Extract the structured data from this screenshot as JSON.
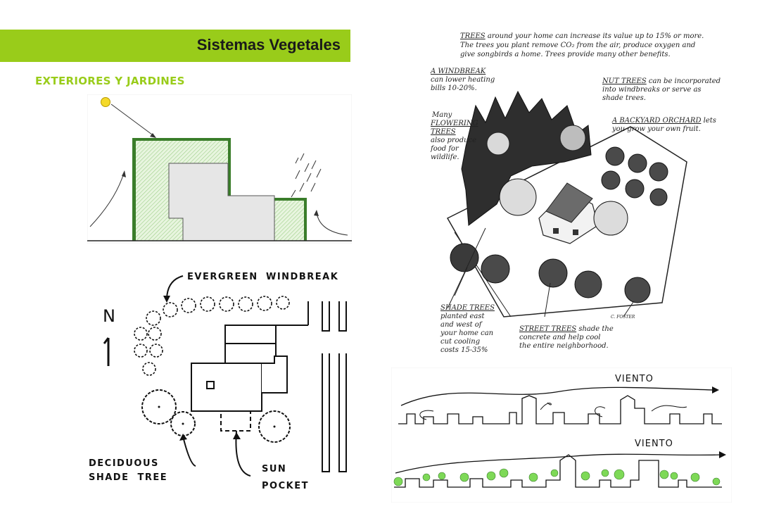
{
  "header": {
    "title": "Sistemas Vegetales",
    "subtitle": "EXTERIORES Y JARDINES"
  },
  "colors": {
    "accent": "#99cc1a",
    "hatch_green": "#cfe8c0",
    "building_gray": "#e6e6e6",
    "wall_green": "#3a7d2a",
    "sun_yellow": "#f4d92a",
    "tree_green": "#7ed957"
  },
  "site_plan": {
    "labels": {
      "north": "N",
      "evergreen": "EVERGREEN",
      "windbreak": "WINDBREAK",
      "deciduous": "DECIDUOUS",
      "shade_tree": "SHADE  TREE",
      "sun": "SUN",
      "pocket": "POCKET"
    }
  },
  "illustration": {
    "intro": {
      "line1_head": "TREES",
      "line1_rest": " around your home can increase its value up to 15% or more.",
      "line2": "The trees you plant remove CO₂ from the air, produce oxygen and",
      "line3": "give songbirds a home. Trees provide many other benefits."
    },
    "windbreak_note": {
      "head": "A WINDBREAK",
      "lines": [
        "can lower heating",
        "bills 10-20%."
      ]
    },
    "flowering_note": {
      "lines": [
        "Many"
      ],
      "head_lines": [
        "FLOWERING",
        "TREES"
      ],
      "tail_lines": [
        "also produce",
        "food for",
        "wildlife."
      ]
    },
    "nut_note": {
      "head": "NUT TREES",
      "rest": " can be incorporated",
      "lines": [
        "into windbreaks or serve as",
        "shade trees."
      ]
    },
    "orchard_note": {
      "head": "A BACKYARD ORCHARD",
      "rest": " lets",
      "lines": [
        "you grow your own fruit."
      ]
    },
    "shade_note": {
      "head": "SHADE TREES",
      "lines": [
        "planted east",
        "and west of",
        "your home can",
        "cut cooling",
        "costs 15-35%"
      ]
    },
    "street_note": {
      "head": "STREET TREES",
      "rest": " shade the",
      "lines": [
        "concrete and help cool",
        "the entire neighborhood."
      ]
    },
    "signature": "C. FOSTER"
  },
  "wind_diagram": {
    "top_label": "VIENTO",
    "bottom_label": "VIENTO"
  }
}
